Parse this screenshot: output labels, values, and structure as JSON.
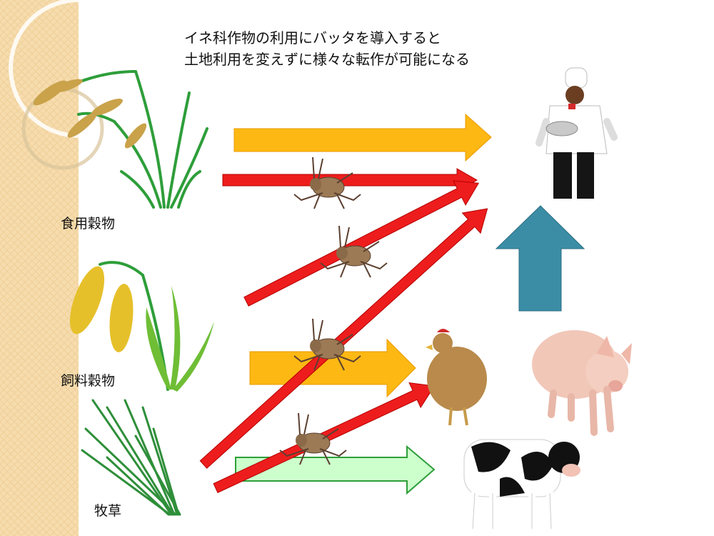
{
  "slide": {
    "title_line1": "イネ科作物の利用にバッタを導入すると",
    "title_line2": "土地利用を変えずに様々な転作が可能になる",
    "labels": {
      "food_grain": "食用穀物",
      "feed_grain": "飼料穀物",
      "pasture": "牧草"
    }
  },
  "colors": {
    "orange_arrow": "#FDB813",
    "red_arrow": "#EE1D1D",
    "green_arrow": "#CCFFCC",
    "teal_arrow": "#3B8DA6",
    "sidebar": "#F5D9A8"
  }
}
